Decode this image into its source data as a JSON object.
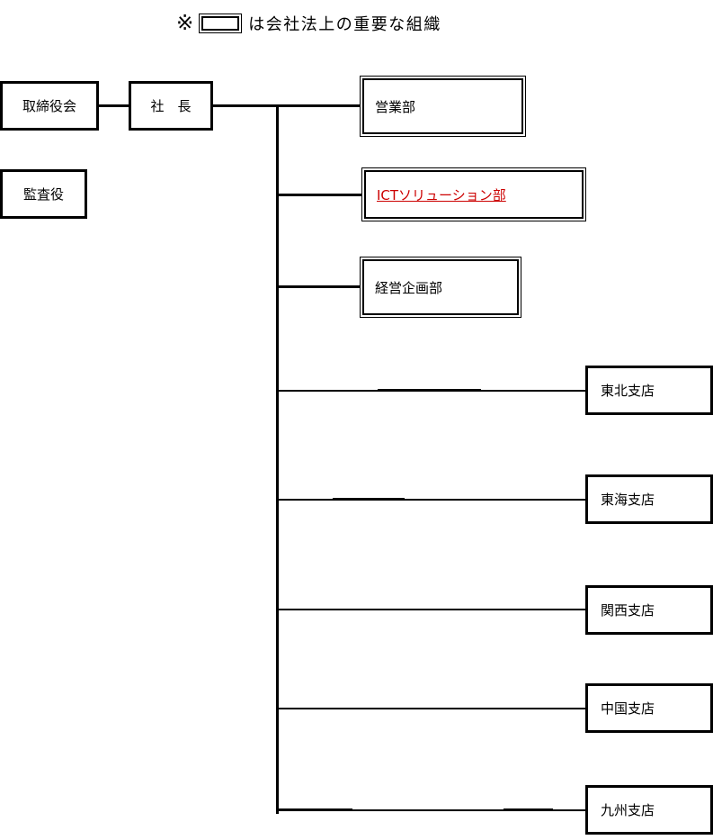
{
  "legend": {
    "mark_icon": "reference-mark-icon",
    "mark": "※",
    "swatch_icon": "legend-box-icon",
    "text": "は会社法上の重要な組織"
  },
  "governance": {
    "board": {
      "label": "取締役会"
    },
    "president": {
      "label": "社　長"
    },
    "auditor": {
      "label": "監査役"
    }
  },
  "departments": [
    {
      "label": "営業部",
      "style": "double"
    },
    {
      "label": "ICTソリューション部",
      "style": "double",
      "link": true,
      "color": "#cc0000"
    },
    {
      "label": "経営企画部",
      "style": "double"
    }
  ],
  "branches": [
    {
      "label": "東北支店"
    },
    {
      "label": "東海支店"
    },
    {
      "label": "関西支店"
    },
    {
      "label": "中国支店"
    },
    {
      "label": "九州支店"
    }
  ],
  "colors": {
    "line": "#000000",
    "background": "#ffffff",
    "link": "#cc0000"
  }
}
